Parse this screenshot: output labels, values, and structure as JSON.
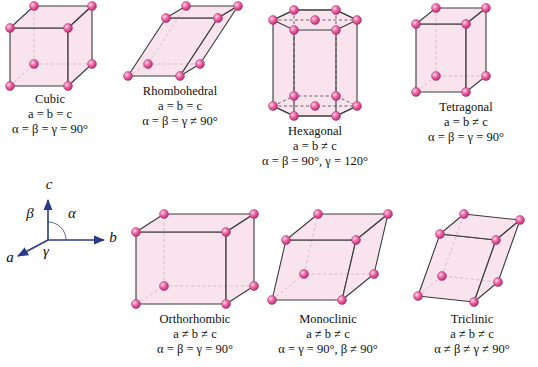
{
  "diagram": {
    "labels": [
      "Cubic",
      "a = b = c",
      "α = β = γ = 90°",
      "Rhombohedral",
      "a = b = c",
      "α = β = γ ≠ 90°",
      "Hexagonal",
      "a = b ≠ c",
      "α = β = 90°, γ = 120°",
      "Tetragonal",
      "a = b ≠ c",
      "α = β = γ = 90°",
      "c",
      "β",
      "α",
      "a",
      "γ",
      "b",
      "Orthorhombic",
      "a ≠ b ≠ c",
      "α = β = γ = 90°",
      "Monoclinic",
      "a ≠ b ≠ c",
      "α = γ = 90°, β ≠ 90°",
      "Triclinic",
      "a ≠ b ≠ c",
      "α ≠ β ≠ γ ≠ 90°"
    ]
  }
}
